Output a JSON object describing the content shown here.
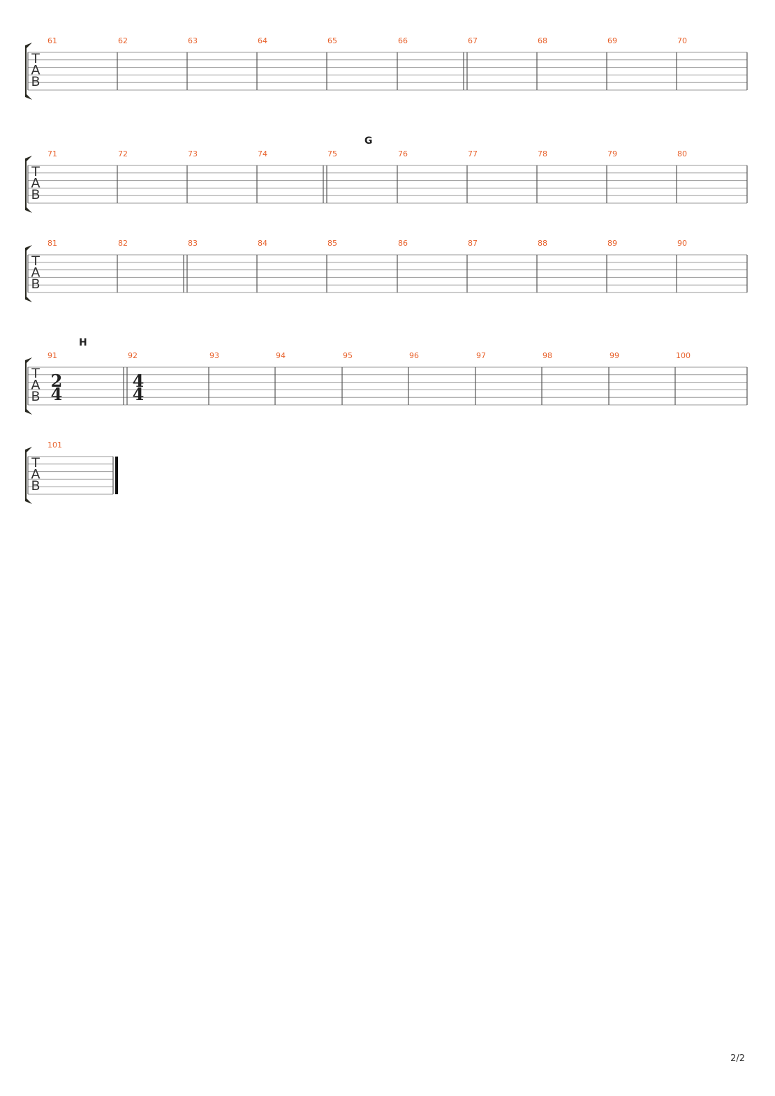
{
  "score": {
    "colors": {
      "measure_number": "#e8622c",
      "staff_line": "#9a9a9a",
      "barline": "#555555",
      "text": "#222222"
    },
    "tab_clef": [
      "T",
      "A",
      "B"
    ],
    "page_number": "2/2",
    "systems": [
      {
        "measures": [
          "61",
          "62",
          "63",
          "64",
          "65",
          "66",
          "67",
          "68",
          "69",
          "70"
        ],
        "double_bar_before": [
          "67"
        ],
        "section_marks": []
      },
      {
        "measures": [
          "71",
          "72",
          "73",
          "74",
          "75",
          "76",
          "77",
          "78",
          "79",
          "80"
        ],
        "double_bar_before": [
          "75"
        ],
        "section_marks": [
          {
            "measure": "75",
            "label": "G"
          }
        ]
      },
      {
        "measures": [
          "81",
          "82",
          "83",
          "84",
          "85",
          "86",
          "87",
          "88",
          "89",
          "90"
        ],
        "double_bar_before": [
          "83"
        ],
        "section_marks": []
      },
      {
        "measures": [
          "91",
          "92",
          "93",
          "94",
          "95",
          "96",
          "97",
          "98",
          "99",
          "100"
        ],
        "double_bar_before": [
          "92"
        ],
        "section_marks": [
          {
            "measure": "92",
            "label": "H"
          }
        ],
        "time_signatures": [
          {
            "measure": "91",
            "top": "2",
            "bottom": "4"
          },
          {
            "measure": "92",
            "top": "4",
            "bottom": "4"
          }
        ]
      },
      {
        "measures": [
          "101"
        ],
        "double_bar_before": [],
        "section_marks": [],
        "final_barline": true
      }
    ]
  }
}
